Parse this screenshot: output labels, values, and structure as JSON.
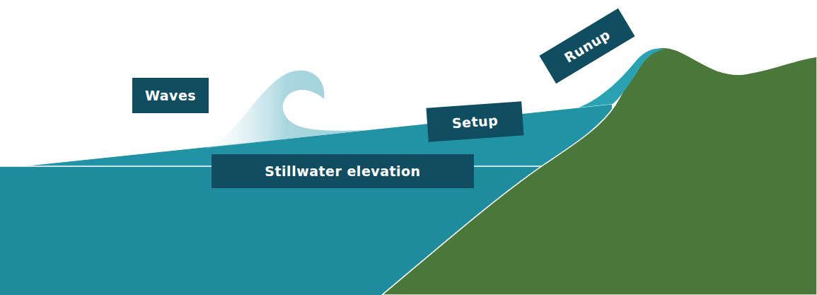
{
  "diagram": {
    "nodes": [
      {
        "text": [
          "Runup"
        ]
      },
      {
        "text": [
          "Waves"
        ]
      },
      {
        "text": [
          "Setup"
        ]
      },
      {
        "text": [
          "Stillwater elevation"
        ]
      }
    ]
  }
}
